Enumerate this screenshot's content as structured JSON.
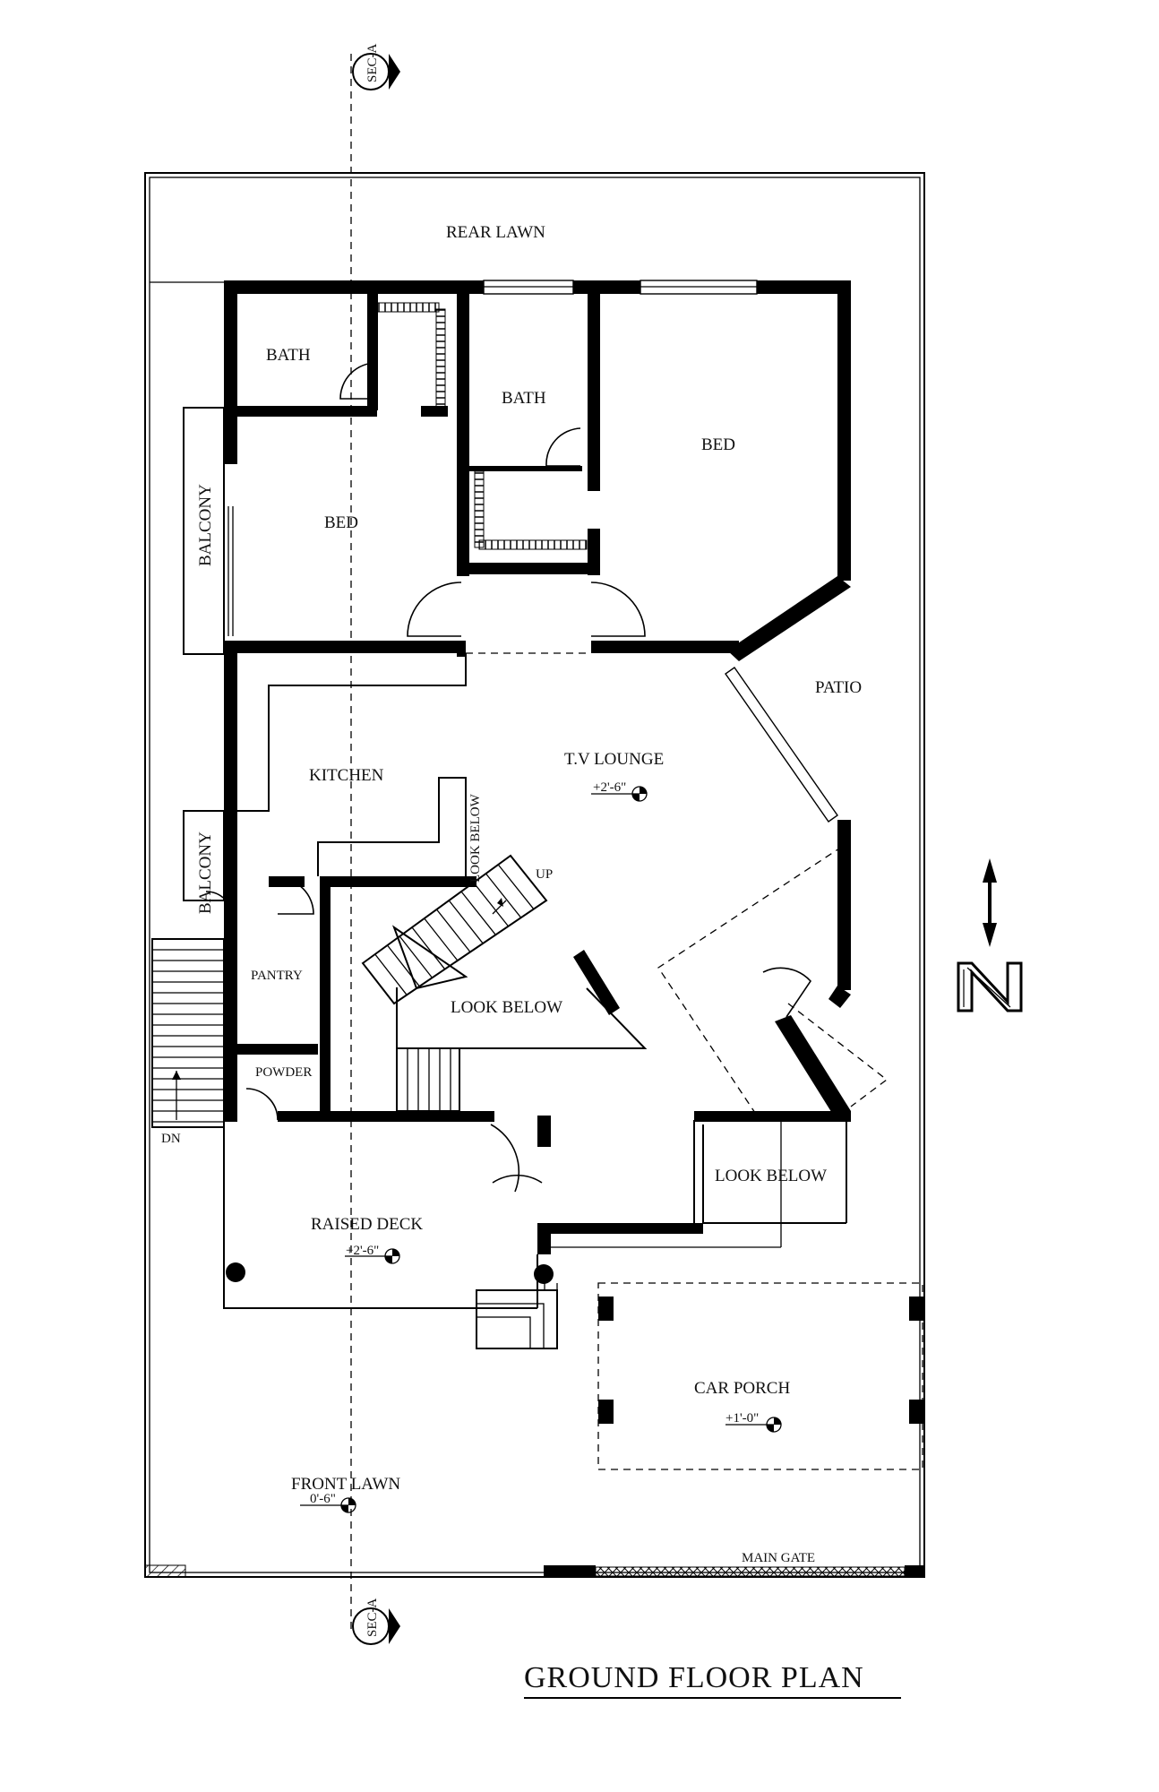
{
  "title": "GROUND  FLOOR PLAN",
  "section_marker": "SEC-A",
  "north_letter": "N",
  "rooms": {
    "rear_lawn": "REAR LAWN",
    "bath_left": "BATH",
    "bath_center": "BATH",
    "bed_left": "BED",
    "bed_right": "BED",
    "balcony_upper": "BALCONY",
    "balcony_lower": "BALCONY",
    "patio": "PATIO",
    "tv_lounge": "T.V LOUNGE",
    "tv_lounge_level": "+2'-6\"",
    "kitchen": "KITCHEN",
    "look_below_stair": "LOOK BELOW",
    "up": "UP",
    "look_below_center": "LOOK BELOW",
    "look_below_right": "LOOK BELOW",
    "pantry": "PANTRY",
    "powder": "POWDER",
    "dn": "DN",
    "raised_deck": "RAISED DECK",
    "raised_deck_level": "+2'-6\"",
    "car_porch": "CAR PORCH",
    "car_porch_level": "+1'-0\"",
    "front_lawn": "FRONT LAWN",
    "front_lawn_level": "0'-6\"",
    "main_gate": "MAIN GATE"
  }
}
